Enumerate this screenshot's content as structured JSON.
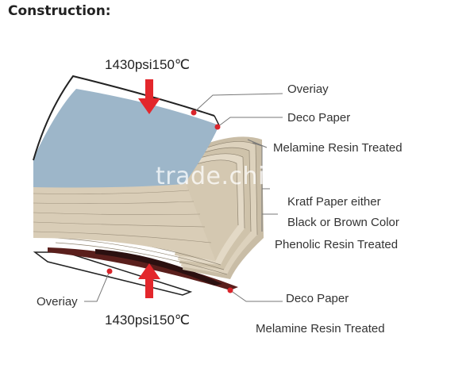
{
  "title": "Construction:",
  "pressure_top": "1430psi150℃",
  "pressure_bottom": "1430psi150℃",
  "labels": {
    "overlay_top": "Overiay",
    "deco_top": "Deco Paper",
    "melamine_top": "Melamine Resin Treated",
    "kraft_line1": "Kratf Paper either",
    "kraft_line2": "Black or Brown Color",
    "phenolic": "Phenolic Resin Treated",
    "overlay_bottom": "Overiay",
    "deco_bottom": "Deco Paper",
    "melamine_bottom": "Melamine Resin Treated"
  },
  "watermark": "trade.china.cn",
  "colors": {
    "arrow": "#e3272c",
    "deco_blue": "#9db6c9",
    "kraft": "#d6cbb6",
    "brown_deco": "#5a1f1c",
    "marker": "#d9242b"
  }
}
